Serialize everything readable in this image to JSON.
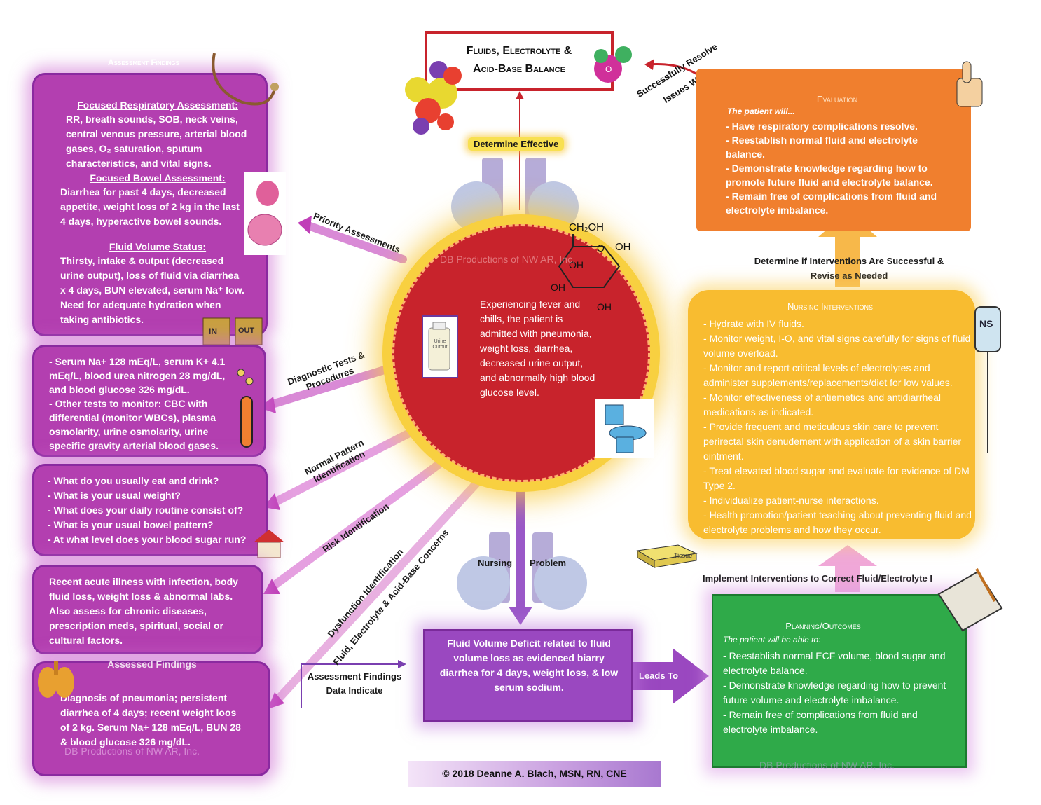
{
  "title": {
    "line1": "Fluids, Electrolyte &",
    "line2": "Acid-Base Balance"
  },
  "center": {
    "text": "Experiencing fever and chills, the patient is admitted with pneumonia, weight loss, diarrhea, decreased urine output, and abnormally high blood glucose level.",
    "glucose": {
      "ch2oh": "CH₂OH",
      "o": "O",
      "oh1": "OH",
      "oh2": "OH",
      "oh3": "OH",
      "oh4": "OH"
    },
    "jug_label": "Urine Output"
  },
  "assessment": {
    "header": "Assessment Findings",
    "resp_title": "Focused Respiratory Assessment:",
    "resp_text": "RR, breath sounds, SOB, neck veins, central venous pressure, arterial blood gases, O₂ saturation, sputum characteristics, and vital signs.",
    "bowel_title": "Focused Bowel Assessment:",
    "bowel_text": "Diarrhea for past 4 days, decreased appetite, weight loss of 2 kg in the last 4 days, hyperactive bowel sounds.",
    "fluid_title": "Fluid Volume Status:",
    "fluid_text": "Thirsty, intake & output (decreased urine output), loss of fluid via diarrhea x 4 days, BUN elevated, serum Na⁺ low. Need for adequate hydration when taking antibiotics.",
    "in_label": "IN",
    "out_label": "OUT"
  },
  "diagnostic": {
    "items": [
      "Serum Na+ 128 mEq/L, serum K+ 4.1 mEq/L, blood urea nitrogen 28 mg/dL, and blood glucose 326 mg/dL.",
      "Other tests to monitor: CBC with differential (monitor WBCs), plasma osmolarity, urine osmolarity, urine specific gravity arterial blood gases."
    ]
  },
  "normal": {
    "items": [
      "What do you usually eat and drink?",
      "What is your usual weight?",
      "What does your daily routine consist of?",
      "What is your usual bowel pattern?",
      "At what level does your blood sugar run?"
    ]
  },
  "risk": {
    "text": "Recent acute illness with infection, body fluid loss, weight loss & abnormal labs. Also assess for chronic diseases, prescription meds, spiritual, social or cultural factors."
  },
  "assessed": {
    "header": "Assessed Findings",
    "text": "Diagnosis of pneumonia; persistent diarrhea of 4 days; recent weight loos of 2 kg. Serum Na+ 128 mEq/L, BUN 28 & blood glucose 326 mg/dL."
  },
  "arrows": {
    "priority": "Priority Assessments",
    "diagnostic": "Diagnostic Tests & Procedures",
    "normal": "Normal Pattern Identification",
    "risk": "Risk Identification",
    "dysfunction": "Dysfunction Identification",
    "fluid_concerns": "Fluid, Electrolyte & Acid-Base Concerns",
    "determine_effective": "Determine Effective",
    "resolve_line1": "Successfully Resolve",
    "resolve_line2": "Issues With",
    "nursing_problem_a": "Nursing",
    "nursing_problem_b": "Problem",
    "data_indicate": "Assessment Findings Data Indicate",
    "leads_to": "Leads To",
    "implement": "Implement Interventions to Correct Fluid/Electrolyte I",
    "determine_if": "Determine if Interventions Are Successful & Revise as Needed"
  },
  "problem": {
    "text": "Fluid Volume Deficit related to fluid volume loss as evidenced biarry diarrhea for 4 days, weight loss, & low serum sodium."
  },
  "evaluation": {
    "header": "Evaluation",
    "intro": "The patient will...",
    "items": [
      "Have respiratory complications resolve.",
      "Reestablish normal fluid and electrolyte balance.",
      "Demonstrate knowledge regarding how to promote future fluid and electrolyte balance.",
      "Remain free of complications from fluid and electrolyte imbalance."
    ]
  },
  "interventions": {
    "header": "Nursing Interventions",
    "items": [
      "Hydrate with IV fluids.",
      "Monitor weight, I-O, and vital signs carefully for signs of fluid volume overload.",
      "Monitor and report critical levels of electrolytes and administer supplements/replacements/diet for low values.",
      "Monitor effectiveness of antiemetics and antidiarrheal medications as indicated.",
      "Provide frequent and meticulous skin care to prevent perirectal skin denudement with application of a skin barrier ointment.",
      "Treat elevated blood sugar and evaluate for evidence of DM Type 2.",
      "Individualize patient-nurse interactions.",
      "Health promotion/patient teaching about preventing fluid and electrolyte problems and how they occur."
    ],
    "iv_label": "NS"
  },
  "planning": {
    "header": "Planning/Outcomes",
    "intro": "The patient will be able to:",
    "items": [
      "Reestablish normal ECF volume, blood sugar and electrolyte balance.",
      "Demonstrate knowledge regarding how to prevent future volume and electrolyte imbalance.",
      "Remain free of complications from fluid and electrolyte imbalance."
    ]
  },
  "tissue_label": "Tissue",
  "copyright": "© 2018 Deanne A. Blach, MSN, RN, CNE",
  "watermark": "DB Productions of NW AR, Inc.",
  "colors": {
    "purple": "#b33fb0",
    "red": "#c8232c",
    "orange": "#f07f2e",
    "yellow": "#f8bc30",
    "green": "#2faa49",
    "violet": "#8b3fb0"
  }
}
